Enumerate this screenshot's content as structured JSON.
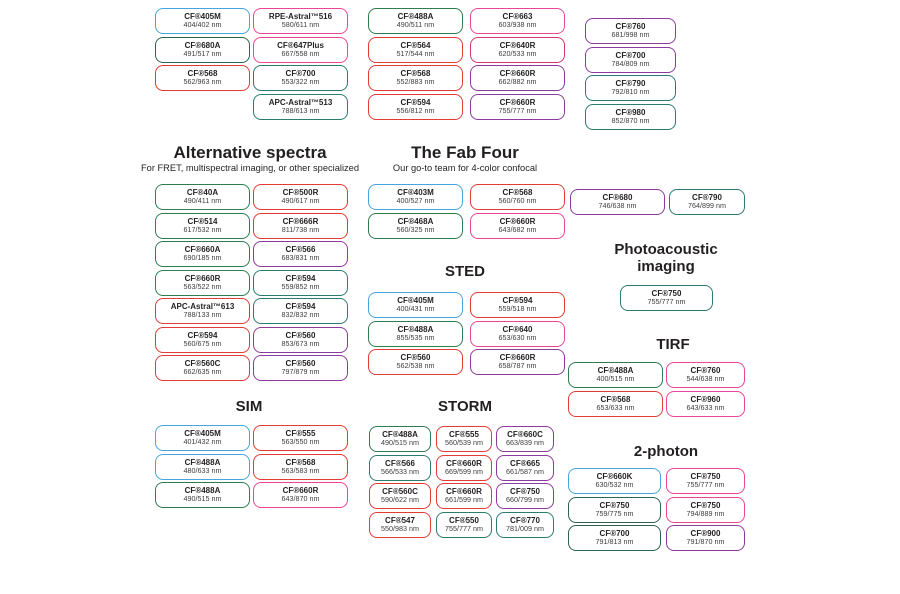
{
  "colors": {
    "blue": "#45a5dc",
    "green": "#2e7d4f",
    "darkgreen": "#2e6350",
    "red": "#e13b33",
    "pink": "#ec4497",
    "crimson": "#d8356b",
    "purple": "#8c3a9e",
    "teal": "#2b7b71"
  },
  "top": {
    "col1": [
      {
        "name": "CF®405M",
        "value": "404/402 nm",
        "color": "blue"
      },
      {
        "name": "CF®680A",
        "value": "491/517 nm",
        "color": "darkgreen"
      },
      {
        "name": "CF®568",
        "value": "562/963 nm",
        "color": "red"
      }
    ],
    "col2": [
      {
        "name": "RPE-Astral™516",
        "value": "580/611 nm",
        "color": "pink"
      },
      {
        "name": "CF®647Plus",
        "value": "667/558 nm",
        "color": "pink"
      },
      {
        "name": "CF®700",
        "value": "553/322 nm",
        "color": "teal"
      },
      {
        "name": "APC-Astral™513",
        "value": "788/613 nm",
        "color": "teal"
      }
    ],
    "col3": [
      {
        "name": "CF®488A",
        "value": "490/511 nm",
        "color": "green"
      },
      {
        "name": "CF®564",
        "value": "517/544 nm",
        "color": "red"
      },
      {
        "name": "CF®568",
        "value": "552/883 nm",
        "color": "red"
      },
      {
        "name": "CF®594",
        "value": "556/812 nm",
        "color": "red"
      }
    ],
    "col4": [
      {
        "name": "CF®663",
        "value": "603/938 nm",
        "color": "pink"
      },
      {
        "name": "CF®640R",
        "value": "620/533 nm",
        "color": "crimson"
      },
      {
        "name": "CF®660R",
        "value": "662/882 nm",
        "color": "purple"
      },
      {
        "name": "CF®660R",
        "value": "755/777 nm",
        "color": "purple"
      }
    ],
    "col5": [
      {
        "name": "CF®760",
        "value": "681/998 nm",
        "color": "purple"
      },
      {
        "name": "CF®700",
        "value": "784/809 nm",
        "color": "purple"
      },
      {
        "name": "CF®790",
        "value": "792/810 nm",
        "color": "teal"
      },
      {
        "name": "CF®980",
        "value": "852/870 nm",
        "color": "teal"
      }
    ]
  },
  "sections": {
    "alt": {
      "title": "Alternative spectra",
      "subtitle": "For FRET, multispectral imaging, or other specialized",
      "col1": [
        {
          "name": "CF®40A",
          "value": "490/411 nm",
          "color": "green"
        },
        {
          "name": "CF®514",
          "value": "617/532 nm",
          "color": "green"
        },
        {
          "name": "CF®660A",
          "value": "690/185 nm",
          "color": "green"
        },
        {
          "name": "CF®660R",
          "value": "563/522 nm",
          "color": "green"
        },
        {
          "name": "APC-Astral™613",
          "value": "788/133 nm",
          "color": "red"
        },
        {
          "name": "CF®594",
          "value": "560/675 nm",
          "color": "red"
        },
        {
          "name": "CF®560C",
          "value": "662/635 nm",
          "color": "red"
        }
      ],
      "col2": [
        {
          "name": "CF®500R",
          "value": "490/617 nm",
          "color": "red"
        },
        {
          "name": "CF®666R",
          "value": "811/738 nm",
          "color": "red"
        },
        {
          "name": "CF®566",
          "value": "683/831 nm",
          "color": "purple"
        },
        {
          "name": "CF®594",
          "value": "559/852 nm",
          "color": "teal"
        },
        {
          "name": "CF®594",
          "value": "832/832 nm",
          "color": "teal"
        },
        {
          "name": "CF®560",
          "value": "853/673 nm",
          "color": "purple"
        },
        {
          "name": "CF®560",
          "value": "797/879 nm",
          "color": "purple"
        }
      ]
    },
    "fab": {
      "title": "The Fab Four",
      "subtitle": "Our go-to team for 4-color confocal",
      "col1": [
        {
          "name": "CF®403M",
          "value": "400/527 nm",
          "color": "blue"
        },
        {
          "name": "CF®468A",
          "value": "560/325 nm",
          "color": "green"
        }
      ],
      "col2": [
        {
          "name": "CF®568",
          "value": "560/760 nm",
          "color": "red"
        },
        {
          "name": "CF®660R",
          "value": "643/682 nm",
          "color": "pink"
        }
      ]
    },
    "sted": {
      "title": "STED",
      "col1": [
        {
          "name": "CF®405M",
          "value": "400/431 nm",
          "color": "blue"
        },
        {
          "name": "CF®488A",
          "value": "855/535 nm",
          "color": "green"
        },
        {
          "name": "CF®560",
          "value": "562/538 nm",
          "color": "red"
        }
      ],
      "col2": [
        {
          "name": "CF®594",
          "value": "559/518 nm",
          "color": "red"
        },
        {
          "name": "CF®640",
          "value": "653/630 nm",
          "color": "pink"
        },
        {
          "name": "CF®660R",
          "value": "658/787 nm",
          "color": "purple"
        }
      ]
    },
    "pair": {
      "col1": [
        {
          "name": "CF®680",
          "value": "746/638 nm",
          "color": "purple"
        }
      ],
      "col2": [
        {
          "name": "CF®790",
          "value": "764/899 nm",
          "color": "teal"
        }
      ]
    },
    "photo": {
      "title_line1": "Photoacoustic",
      "title_line2": "imaging",
      "col1": [
        {
          "name": "CF®750",
          "value": "755/777 nm",
          "color": "teal"
        }
      ]
    },
    "tirf": {
      "title": "TIRF",
      "col1": [
        {
          "name": "CF®488A",
          "value": "400/515 nm",
          "color": "green"
        },
        {
          "name": "CF®568",
          "value": "653/633 nm",
          "color": "red"
        }
      ],
      "col2": [
        {
          "name": "CF®760",
          "value": "544/638 nm",
          "color": "pink"
        },
        {
          "name": "CF®960",
          "value": "643/633 nm",
          "color": "pink"
        }
      ]
    },
    "sim": {
      "title": "SIM",
      "col1": [
        {
          "name": "CF®405M",
          "value": "401/432 nm",
          "color": "blue"
        },
        {
          "name": "CF®488A",
          "value": "480/633 nm",
          "color": "blue"
        },
        {
          "name": "CF®488A",
          "value": "490/515 nm",
          "color": "green"
        }
      ],
      "col2": [
        {
          "name": "CF®555",
          "value": "563/550 nm",
          "color": "red"
        },
        {
          "name": "CF®568",
          "value": "563/583 nm",
          "color": "red"
        },
        {
          "name": "CF®660R",
          "value": "643/870 nm",
          "color": "pink"
        }
      ]
    },
    "storm": {
      "title": "STORM",
      "col1": [
        {
          "name": "CF®488A",
          "value": "490/515 nm",
          "color": "green"
        },
        {
          "name": "CF®566",
          "value": "566/533 nm",
          "color": "teal"
        },
        {
          "name": "CF®560C",
          "value": "590/622 nm",
          "color": "red"
        },
        {
          "name": "CF®547",
          "value": "550/983 nm",
          "color": "red"
        }
      ],
      "col2": [
        {
          "name": "CF®555",
          "value": "560/539 nm",
          "color": "red"
        },
        {
          "name": "CF®660R",
          "value": "669/599 nm",
          "color": "red"
        },
        {
          "name": "CF®660R",
          "value": "661/599 nm",
          "color": "red"
        },
        {
          "name": "CF®550",
          "value": "755/777 nm",
          "color": "teal"
        }
      ],
      "col3": [
        {
          "name": "CF®660C",
          "value": "663/839 nm",
          "color": "purple"
        },
        {
          "name": "CF®665",
          "value": "661/587 nm",
          "color": "purple"
        },
        {
          "name": "CF®750",
          "value": "660/799 nm",
          "color": "purple"
        },
        {
          "name": "CF®770",
          "value": "781/009 nm",
          "color": "teal"
        }
      ]
    },
    "twop": {
      "title": "2-photon",
      "col1": [
        {
          "name": "CF®660K",
          "value": "630/532 nm",
          "color": "blue"
        },
        {
          "name": "CF®750",
          "value": "759/775 nm",
          "color": "darkgreen"
        },
        {
          "name": "CF®700",
          "value": "791/813 nm",
          "color": "darkgreen"
        }
      ],
      "col2": [
        {
          "name": "CF®750",
          "value": "755/777 nm",
          "color": "pink"
        },
        {
          "name": "CF®750",
          "value": "794/889 nm",
          "color": "pink"
        },
        {
          "name": "CF®900",
          "value": "791/870 nm",
          "color": "purple"
        }
      ]
    }
  }
}
